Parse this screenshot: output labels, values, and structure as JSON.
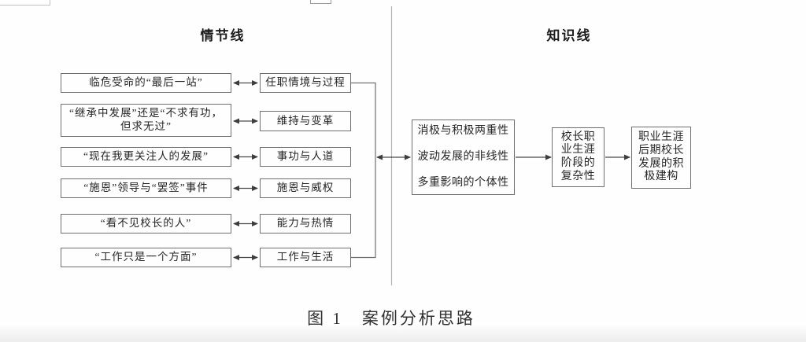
{
  "diagram": {
    "section_headers": {
      "plot": "情节线",
      "knowledge": "知识线"
    },
    "plot_rows": [
      {
        "story": "临危受命的“最后一站”",
        "theme": "任职情境与过程"
      },
      {
        "story": "“继承中发展”还是“不求有功，\n但求无过”",
        "theme": "维持与变革"
      },
      {
        "story": "“现在我更关注人的发展”",
        "theme": "事功与人道"
      },
      {
        "story": "“施恩”领导与“罢签”事件",
        "theme": "施恩与威权"
      },
      {
        "story": "“看不见校长的人”",
        "theme": "能力与热情"
      },
      {
        "story": "“工作只是一个方面”",
        "theme": "工作与生活"
      }
    ],
    "knowledge_boxes": [
      {
        "text": "消极与积极两重性\n\n波动发展的非线性\n\n多重影响的个体性"
      },
      {
        "text": "校长职\n业生涯\n阶段的\n复杂性"
      },
      {
        "text": "职业生涯\n后期校长\n发展的积\n极建构"
      }
    ],
    "caption": "图 1　案例分析思路"
  },
  "colors": {
    "box_border": "#6e6e6e",
    "connector_line": "#4a4a4a",
    "bracket_line": "#707070",
    "divider_line": "#b3b3b3",
    "text": "#262626"
  }
}
